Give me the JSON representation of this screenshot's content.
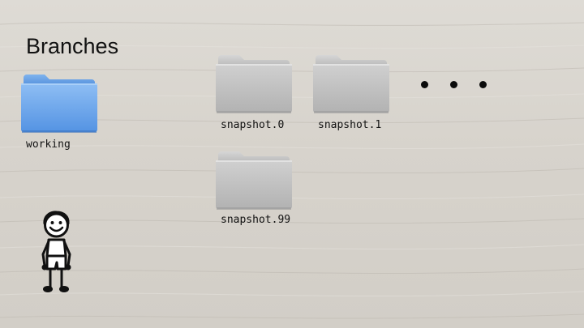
{
  "slide": {
    "title": "Branches"
  },
  "folders": [
    {
      "label": "working",
      "style": "blue-folder"
    },
    {
      "label": "snapshot.0",
      "style": "gray-folder"
    },
    {
      "label": "snapshot.1",
      "style": "gray-folder"
    },
    {
      "label": "snapshot.99",
      "style": "gray-folder"
    }
  ],
  "ellipsis": "• • •",
  "colors": {
    "background": "#d8d4cd",
    "blue_folder": "#5c9ae8",
    "gray_folder": "#c4c4c4",
    "text": "#111111"
  },
  "icons": [
    "folder-icon",
    "stick-figure-icon"
  ]
}
